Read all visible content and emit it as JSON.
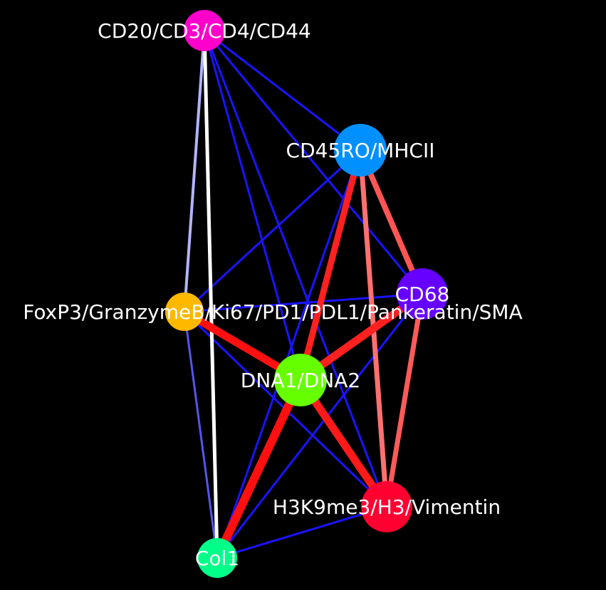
{
  "nodes": [
    {
      "id": "cd20",
      "label": "CD20/CD3/CD4/CD44",
      "color": "#ff00cc"
    },
    {
      "id": "cd45",
      "label": "CD45RO/MHCII",
      "color": "#0090ff"
    },
    {
      "id": "cd68",
      "label": "CD68",
      "color": "#6600ff"
    },
    {
      "id": "foxp3",
      "label": "FoxP3/GranzymeB/Ki67/PD1/PDL1/Pankeratin/SMA",
      "color": "#ffb800"
    },
    {
      "id": "dna",
      "label": "DNA1/DNA2",
      "color": "#66ff00"
    },
    {
      "id": "h3k9",
      "label": "H3K9me3/H3/Vimentin",
      "color": "#ff0030"
    },
    {
      "id": "col1",
      "label": "Col1",
      "color": "#00ff88"
    }
  ],
  "edges": [
    {
      "from": "cd20",
      "to": "cd45",
      "color": "#1a14ff"
    },
    {
      "from": "cd20",
      "to": "cd68",
      "color": "#1a14ff"
    },
    {
      "from": "cd20",
      "to": "dna",
      "color": "#1a14ff"
    },
    {
      "from": "cd20",
      "to": "h3k9",
      "color": "#1a14ff"
    },
    {
      "from": "cd20",
      "to": "foxp3",
      "color": "#b3b3ff"
    },
    {
      "from": "cd20",
      "to": "col1",
      "color": "#ffffff"
    },
    {
      "from": "cd45",
      "to": "foxp3",
      "color": "#1a14ff"
    },
    {
      "from": "cd45",
      "to": "col1",
      "color": "#1a14ff"
    },
    {
      "from": "foxp3",
      "to": "cd68",
      "color": "#1a14ff"
    },
    {
      "from": "foxp3",
      "to": "h3k9",
      "color": "#1a14ff"
    },
    {
      "from": "foxp3",
      "to": "col1",
      "color": "#5555ee"
    },
    {
      "from": "cd68",
      "to": "col1",
      "color": "#1a14ff"
    },
    {
      "from": "h3k9",
      "to": "col1",
      "color": "#1a14ff"
    },
    {
      "from": "cd45",
      "to": "cd68",
      "color": "#ff5555"
    },
    {
      "from": "cd45",
      "to": "h3k9",
      "color": "#ff7070"
    },
    {
      "from": "cd68",
      "to": "h3k9",
      "color": "#ff5a5a"
    },
    {
      "from": "cd45",
      "to": "dna",
      "color": "#ff2020"
    },
    {
      "from": "foxp3",
      "to": "dna",
      "color": "#ff1010"
    },
    {
      "from": "cd68",
      "to": "dna",
      "color": "#ff2020"
    },
    {
      "from": "dna",
      "to": "h3k9",
      "color": "#ff1a1a"
    },
    {
      "from": "dna",
      "to": "col1",
      "color": "#ff1010"
    }
  ]
}
